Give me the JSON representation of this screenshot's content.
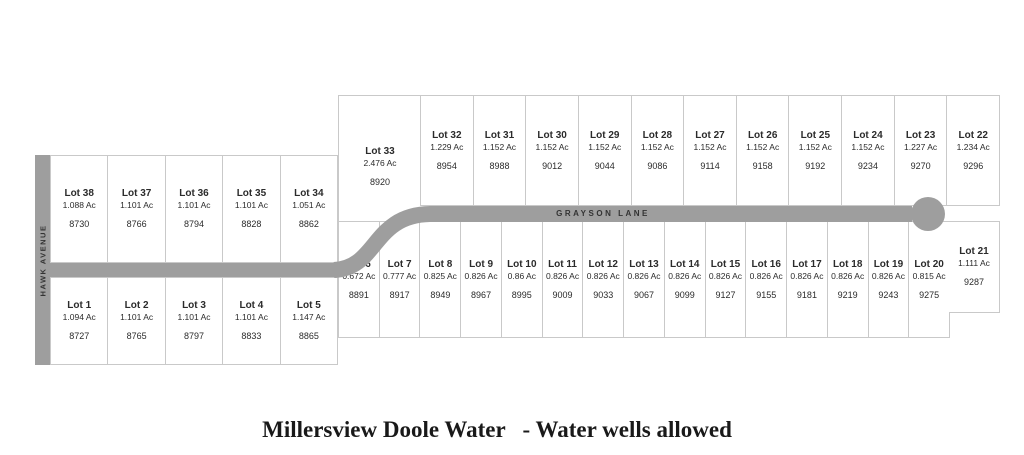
{
  "caption": "Millersview Doole Water   - Water wells allowed",
  "roads": {
    "hawk_avenue_label": "HAWK AVENUE",
    "grayson_lane_label": "GRAYSON LANE"
  },
  "colors": {
    "road": "#9e9e9e",
    "lot_border": "#c9c9c9",
    "text": "#2b2b2b"
  },
  "left_block": {
    "top_row": [
      {
        "label": "Lot 38",
        "acres": "1.088 Ac",
        "address": "8730"
      },
      {
        "label": "Lot 37",
        "acres": "1.101 Ac",
        "address": "8766"
      },
      {
        "label": "Lot 36",
        "acres": "1.101 Ac",
        "address": "8794"
      },
      {
        "label": "Lot 35",
        "acres": "1.101 Ac",
        "address": "8828"
      },
      {
        "label": "Lot 34",
        "acres": "1.051 Ac",
        "address": "8862"
      }
    ],
    "bottom_row": [
      {
        "label": "Lot 1",
        "acres": "1.094 Ac",
        "address": "8727"
      },
      {
        "label": "Lot 2",
        "acres": "1.101 Ac",
        "address": "8765"
      },
      {
        "label": "Lot 3",
        "acres": "1.101 Ac",
        "address": "8797"
      },
      {
        "label": "Lot 4",
        "acres": "1.101 Ac",
        "address": "8833"
      },
      {
        "label": "Lot 5",
        "acres": "1.147 Ac",
        "address": "8865"
      }
    ]
  },
  "right_block": {
    "lot33": {
      "label": "Lot 33",
      "acres": "2.476 Ac",
      "address": "8920"
    },
    "top_row": [
      {
        "label": "Lot 32",
        "acres": "1.229 Ac",
        "address": "8954"
      },
      {
        "label": "Lot 31",
        "acres": "1.152 Ac",
        "address": "8988"
      },
      {
        "label": "Lot 30",
        "acres": "1.152 Ac",
        "address": "9012"
      },
      {
        "label": "Lot 29",
        "acres": "1.152 Ac",
        "address": "9044"
      },
      {
        "label": "Lot 28",
        "acres": "1.152 Ac",
        "address": "9086"
      },
      {
        "label": "Lot 27",
        "acres": "1.152 Ac",
        "address": "9114"
      },
      {
        "label": "Lot 26",
        "acres": "1.152 Ac",
        "address": "9158"
      },
      {
        "label": "Lot 25",
        "acres": "1.152 Ac",
        "address": "9192"
      },
      {
        "label": "Lot 24",
        "acres": "1.152 Ac",
        "address": "9234"
      },
      {
        "label": "Lot 23",
        "acres": "1.227 Ac",
        "address": "9270"
      },
      {
        "label": "Lot 22",
        "acres": "1.234 Ac",
        "address": "9296"
      }
    ],
    "bottom_row": [
      {
        "label": "Lot 6",
        "acres": "0.672 Ac",
        "address": "8891"
      },
      {
        "label": "Lot 7",
        "acres": "0.777 Ac",
        "address": "8917"
      },
      {
        "label": "Lot 8",
        "acres": "0.825 Ac",
        "address": "8949"
      },
      {
        "label": "Lot 9",
        "acres": "0.826 Ac",
        "address": "8967"
      },
      {
        "label": "Lot 10",
        "acres": "0.86 Ac",
        "address": "8995"
      },
      {
        "label": "Lot 11",
        "acres": "0.826 Ac",
        "address": "9009"
      },
      {
        "label": "Lot 12",
        "acres": "0.826 Ac",
        "address": "9033"
      },
      {
        "label": "Lot 13",
        "acres": "0.826 Ac",
        "address": "9067"
      },
      {
        "label": "Lot 14",
        "acres": "0.826 Ac",
        "address": "9099"
      },
      {
        "label": "Lot 15",
        "acres": "0.826 Ac",
        "address": "9127"
      },
      {
        "label": "Lot 16",
        "acres": "0.826 Ac",
        "address": "9155"
      },
      {
        "label": "Lot 17",
        "acres": "0.826 Ac",
        "address": "9181"
      },
      {
        "label": "Lot 18",
        "acres": "0.826 Ac",
        "address": "9219"
      },
      {
        "label": "Lot 19",
        "acres": "0.826 Ac",
        "address": "9243"
      },
      {
        "label": "Lot 20",
        "acres": "0.815 Ac",
        "address": "9275"
      }
    ],
    "lot21": {
      "label": "Lot 21",
      "acres": "1.111 Ac",
      "address": "9287"
    }
  }
}
